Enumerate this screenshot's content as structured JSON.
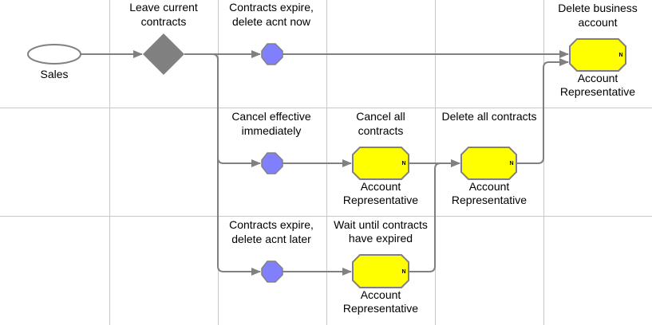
{
  "colors": {
    "background": "#ffffff",
    "grid": "#c8c8c8",
    "connector": "#808080",
    "activity_fill": "#ffff00",
    "activity_stroke": "#808080",
    "event_fill": "#8080ff",
    "gateway_fill": "#808080",
    "start_fill": "#ffffff"
  },
  "start_event": {
    "label": "Sales"
  },
  "gateway": {
    "label_line1": "Leave current",
    "label_line2": "contracts"
  },
  "branches": [
    {
      "label_line1": "Contracts expire,",
      "label_line2": "delete acnt now"
    },
    {
      "label_line1": "Cancel effective",
      "label_line2": "immediately"
    },
    {
      "label_line1": "Contracts expire,",
      "label_line2": "delete acnt later"
    }
  ],
  "activities": [
    {
      "title_line1": "Cancel all",
      "title_line2": "contracts",
      "role_line1": "Account",
      "role_line2": "Representative",
      "marker": "N"
    },
    {
      "title_line1": "Wait until contracts",
      "title_line2": "have expired",
      "role_line1": "Account",
      "role_line2": "Representative",
      "marker": "N"
    },
    {
      "title_line1": "Delete all contracts",
      "role_line1": "Account",
      "role_line2": "Representative",
      "marker": "N"
    },
    {
      "title_line1": "Delete business",
      "title_line2": "account",
      "role_line1": "Account",
      "role_line2": "Representative",
      "marker": "N"
    }
  ]
}
